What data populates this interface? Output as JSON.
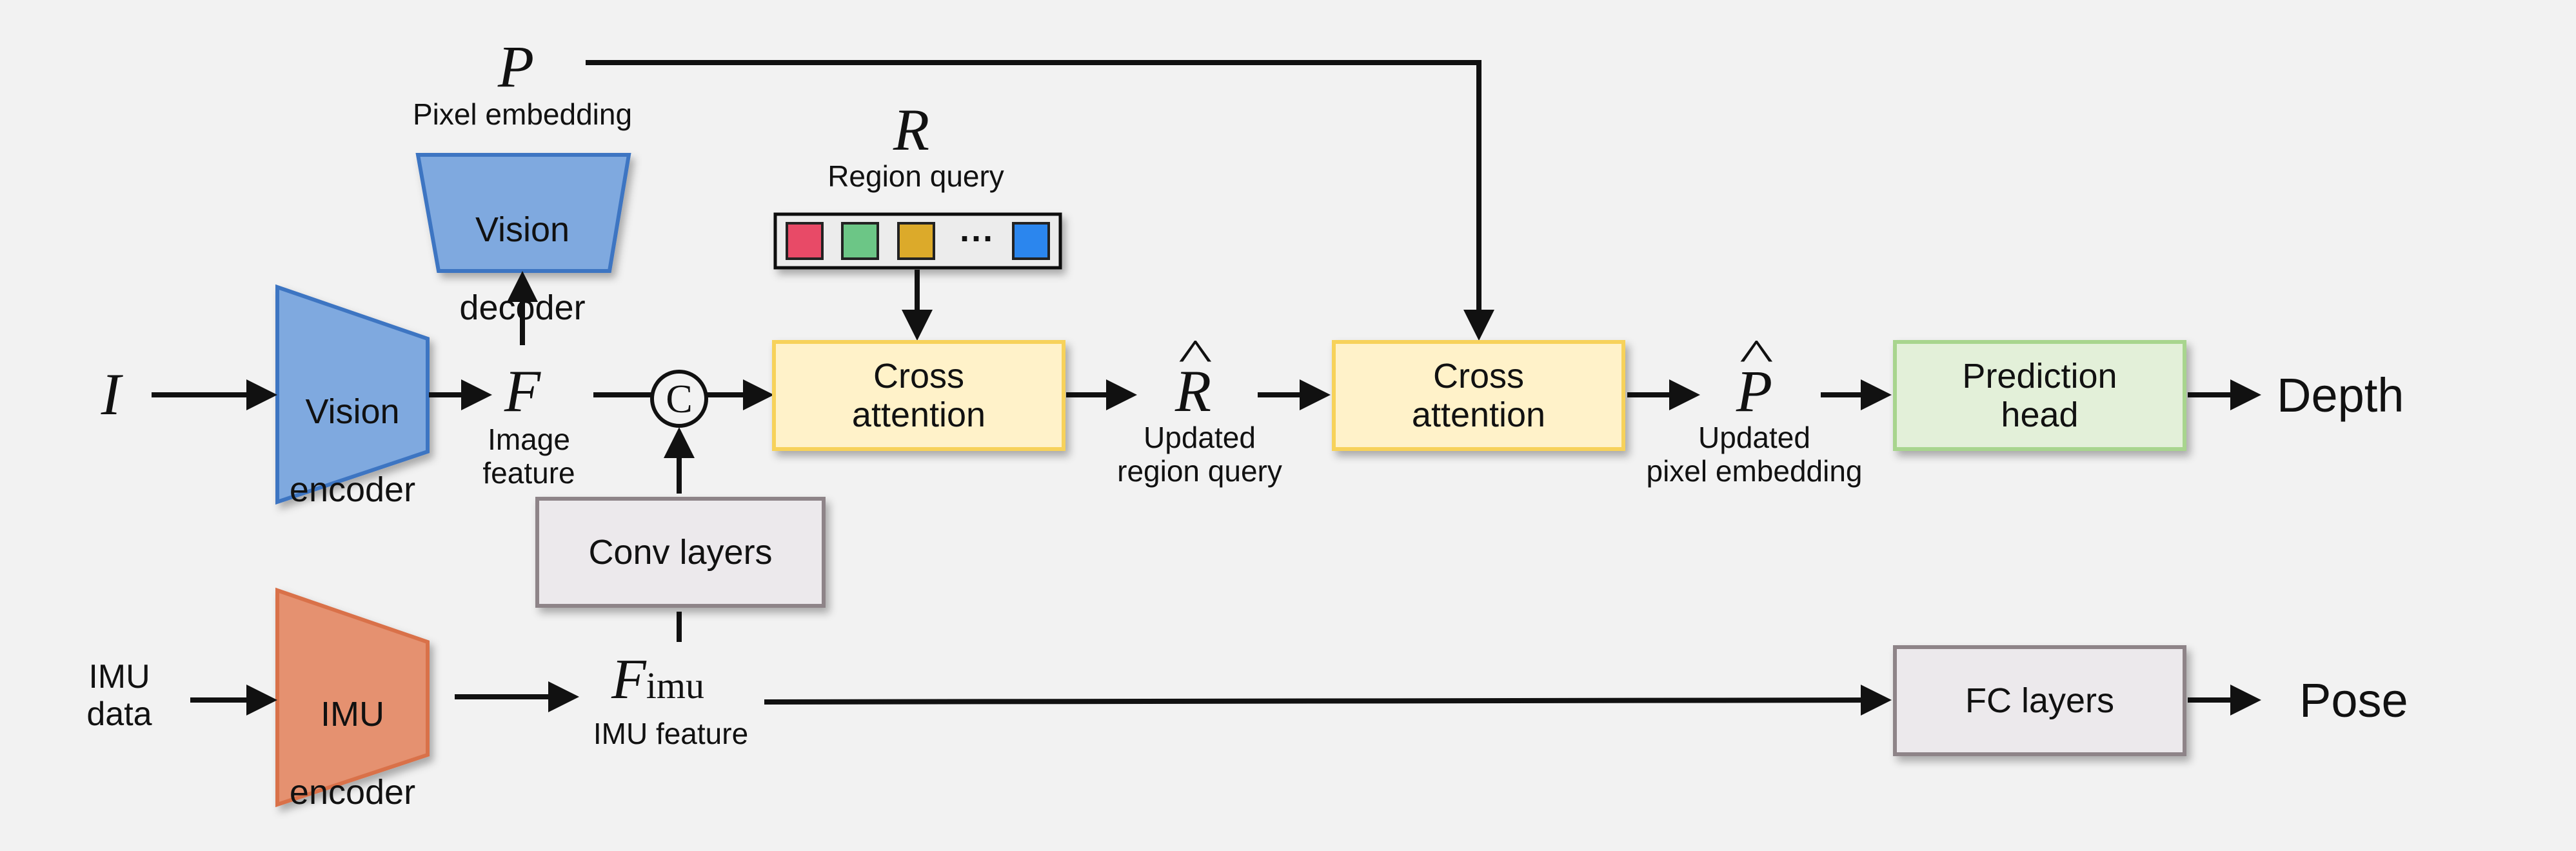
{
  "inputs": {
    "image": "I",
    "imu_line1": "IMU",
    "imu_line2": "data"
  },
  "encoders": {
    "vision_l1": "Vision",
    "vision_l2": "encoder",
    "imu_l1": "IMU",
    "imu_l2": "encoder"
  },
  "decoder": {
    "l1": "Vision",
    "l2": "decoder"
  },
  "symbols": {
    "pixel_symbol": "P",
    "pixel_label": "Pixel embedding",
    "region_symbol": "R",
    "region_label": "Region query",
    "feature_symbol": "F",
    "feature_l1": "Image",
    "feature_l2": "feature",
    "imu_symbol": "F",
    "imu_subscript": "imu",
    "imu_label": "IMU feature",
    "updated_region_symbol": "R",
    "updated_region_l1": "Updated",
    "updated_region_l2": "region query",
    "updated_pixel_symbol": "P",
    "updated_pixel_l1": "Updated",
    "updated_pixel_l2": "pixel embedding",
    "concat": "C"
  },
  "query_tokens": {
    "ellipsis": "···",
    "colors": [
      "#e84a67",
      "#6cc686",
      "#dcaa2a",
      "#2b86ee"
    ]
  },
  "blocks": {
    "cross_attention_1": "Cross\nattention",
    "cross_attention_2": "Cross\nattention",
    "conv_layers": "Conv layers",
    "prediction_head": "Prediction\nhead",
    "fc_layers": "FC layers"
  },
  "outputs": {
    "depth": "Depth",
    "pose": "Pose"
  },
  "colors": {
    "vision_fill": "#7fa9df",
    "vision_stroke": "#3e74c2",
    "imu_fill": "#e59170",
    "imu_stroke": "#d9714a",
    "cross_fill": "#fff2c9",
    "cross_stroke": "#f7d25a",
    "pred_fill": "#e3f0d9",
    "pred_stroke": "#a8d58e",
    "gray_fill": "#ece9ec",
    "gray_stroke": "#8e8488",
    "background": "#f2f2f2"
  }
}
